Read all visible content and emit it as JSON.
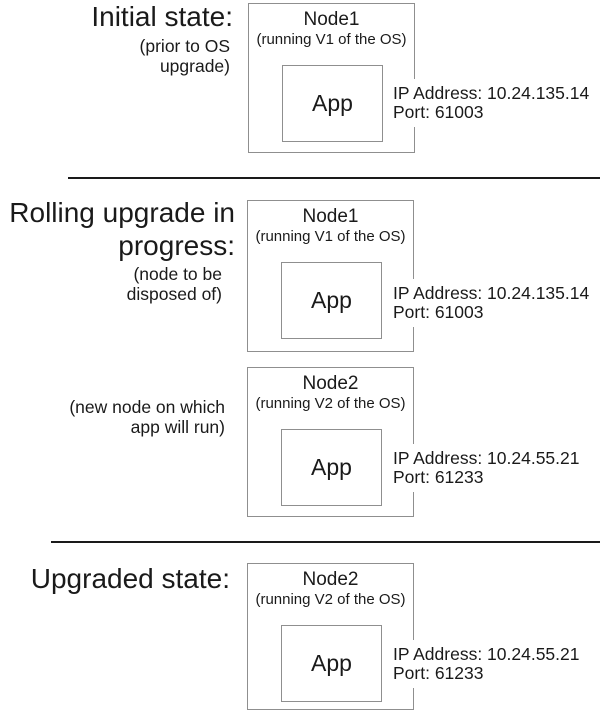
{
  "colors": {
    "background": "#ffffff",
    "border": "#8f8f8f",
    "divider": "#1a1a1a",
    "text": "#1a1a1a"
  },
  "panels": [
    {
      "heading_lines": [
        "Initial state:"
      ],
      "note_lines": [
        "(prior to OS",
        "upgrade)"
      ],
      "node": {
        "title": "Node1",
        "subtitle": "(running V1 of the OS)",
        "app": "App",
        "ip": "IP Address: 10.24.135.14",
        "port": "Port: 61003"
      }
    },
    {
      "heading_lines": [
        "Rolling upgrade in",
        "progress:"
      ],
      "note_lines": [
        "(node to be",
        "disposed of)"
      ],
      "node": {
        "title": "Node1",
        "subtitle": "(running V1 of the OS)",
        "app": "App",
        "ip": "IP Address: 10.24.135.14",
        "port": "Port: 61003"
      }
    },
    {
      "heading_lines": [],
      "note_lines": [
        "(new node on which",
        "app will run)"
      ],
      "node": {
        "title": "Node2",
        "subtitle": "(running V2 of the OS)",
        "app": "App",
        "ip": "IP Address: 10.24.55.21",
        "port": "Port: 61233"
      }
    },
    {
      "heading_lines": [
        "Upgraded state:"
      ],
      "note_lines": [],
      "node": {
        "title": "Node2",
        "subtitle": "(running V2 of the OS)",
        "app": "App",
        "ip": "IP Address: 10.24.55.21",
        "port": "Port: 61233"
      }
    }
  ]
}
